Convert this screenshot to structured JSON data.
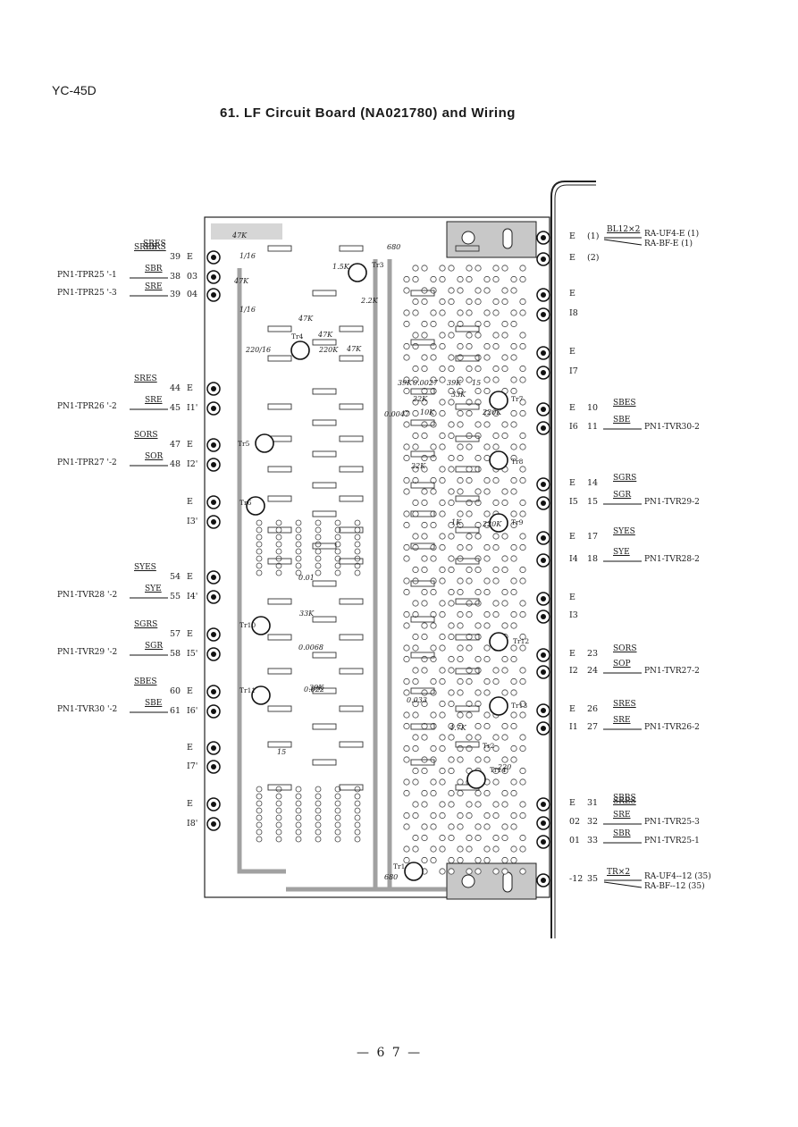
{
  "page": {
    "model": "YC-45D",
    "title": "61.  LF  Circuit Board (NA021780) and  Wiring",
    "page_number": "— 6 7 —"
  },
  "left_terminals": [
    {
      "sig": "SRES",
      "sig2": "SBRS",
      "num": "39",
      "term": "E"
    },
    {
      "pn": "PN1-TPR25 '-1",
      "sig": "SBR",
      "num": "38",
      "term": "03"
    },
    {
      "pn": "PN1-TPR25 '-3",
      "sig": "SRE",
      "num": "39",
      "term": "04"
    },
    {
      "sig": "SRES",
      "num": "44",
      "term": "E"
    },
    {
      "pn": "PN1-TPR26 '-2",
      "sig": "SRE",
      "num": "45",
      "term": "I1'"
    },
    {
      "sig": "SORS",
      "num": "47",
      "term": "E"
    },
    {
      "pn": "PN1-TPR27 '-2",
      "sig": "SOR",
      "num": "48",
      "term": "I2'"
    },
    {
      "term": "E"
    },
    {
      "term": "I3'"
    },
    {
      "sig": "SYES",
      "num": "54",
      "term": "E"
    },
    {
      "pn": "PN1-TVR28 '-2",
      "sig": "SYE",
      "num": "55",
      "term": "I4'"
    },
    {
      "sig": "SGRS",
      "num": "57",
      "term": "E"
    },
    {
      "pn": "PN1-TVR29 '-2",
      "sig": "SGR",
      "num": "58",
      "term": "I5'"
    },
    {
      "sig": "SBES",
      "num": "60",
      "term": "E"
    },
    {
      "pn": "PN1-TVR30 '-2",
      "sig": "SBE",
      "num": "61",
      "term": "I6'"
    },
    {
      "term": "E"
    },
    {
      "term": "I7'"
    },
    {
      "term": "E"
    },
    {
      "term": "I8'"
    }
  ],
  "right_terminals": [
    {
      "term": "E",
      "num": "(1)",
      "sig": "BL12×2",
      "dest1": "RA-UF4-E (1)",
      "dest2": "RA-BF-E  (1)"
    },
    {
      "term": "E",
      "num": "(2)"
    },
    {
      "term": "E"
    },
    {
      "term": "I8"
    },
    {
      "term": "E"
    },
    {
      "term": "I7"
    },
    {
      "term": "E",
      "num": "10",
      "sig": "SBES"
    },
    {
      "term": "I6",
      "num": "11",
      "sig": "SBE",
      "pn": "PN1-TVR30-2"
    },
    {
      "term": "E",
      "num": "14",
      "sig": "SGRS"
    },
    {
      "term": "I5",
      "num": "15",
      "sig": "SGR",
      "pn": "PN1-TVR29-2"
    },
    {
      "term": "E",
      "num": "17",
      "sig": "SYES"
    },
    {
      "term": "I4",
      "num": "18",
      "sig": "SYE",
      "pn": "PN1-TVR28-2"
    },
    {
      "term": "E"
    },
    {
      "term": "I3"
    },
    {
      "term": "E",
      "num": "23",
      "sig": "SORS"
    },
    {
      "term": "I2",
      "num": "24",
      "sig": "SOP",
      "pn": "PN1-TVR27-2"
    },
    {
      "term": "E",
      "num": "26",
      "sig": "SRES"
    },
    {
      "term": "I1",
      "num": "27",
      "sig": "SRE",
      "pn": "PN1-TVR26-2"
    },
    {
      "term": "E",
      "num": "31",
      "sig": "SBRS",
      "sig2": "SRES"
    },
    {
      "term": "02",
      "num": "32",
      "sig": "SRE",
      "pn": "PN1-TVR25-3"
    },
    {
      "term": "01",
      "num": "33",
      "sig": "SBR",
      "pn": "PN1-TVR25-1"
    },
    {
      "term": "-12",
      "num": "35",
      "sig": "TR×2",
      "dest1": "RA-UF4--12 (35)",
      "dest2": "RA-BF--12  (35)"
    }
  ],
  "board_labels": {
    "transistors": [
      "Tr3",
      "Tr4",
      "Tr5",
      "Tr6",
      "Tr7",
      "Tr8",
      "Tr9",
      "Tr10",
      "Tr11",
      "Tr12",
      "Tr13",
      "Tr14",
      "Tr1",
      "Tr2"
    ],
    "components": [
      "47K",
      "1/16",
      "47K",
      "1/16",
      "220/16",
      "47K",
      "47K",
      "220K",
      "47K",
      "2.2K",
      "1.5K",
      "680",
      "39K",
      "0.0027",
      "39K",
      "15",
      "22K",
      "33K",
      "10K",
      "0.0047",
      "22K",
      "220K",
      "1K",
      "220K",
      "0.01",
      "0.0068",
      "33K",
      "39K",
      "15",
      "0.022",
      "220",
      "0.033",
      "4.7K",
      "680"
    ]
  }
}
